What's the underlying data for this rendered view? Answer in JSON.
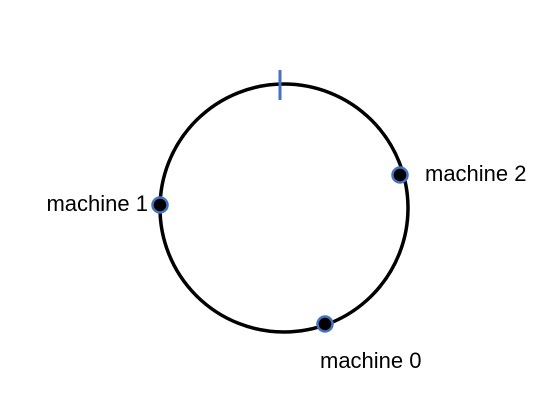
{
  "diagram": {
    "type": "hash-ring",
    "ring_color": "#000000",
    "marker_color": "#4472c4",
    "node_fill": "#000000",
    "node_outline": "#4472c4",
    "nodes": [
      {
        "label": "machine 0"
      },
      {
        "label": "machine 1"
      },
      {
        "label": "machine 2"
      }
    ]
  }
}
